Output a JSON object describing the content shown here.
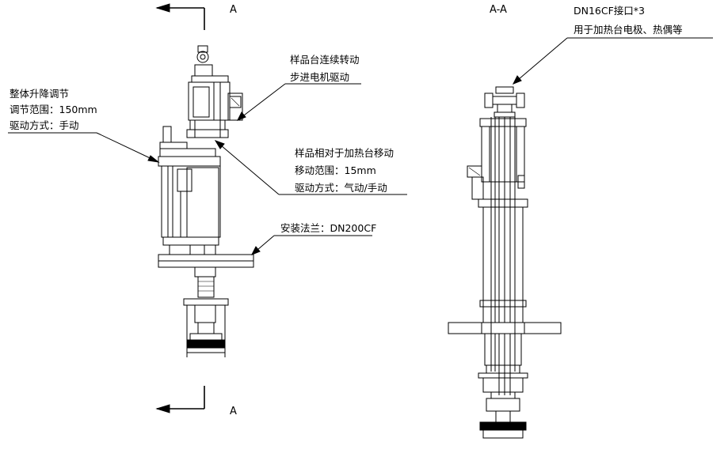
{
  "section_marks": {
    "top_a": "A",
    "bottom_a": "A",
    "section_title": "A-A"
  },
  "annotations": {
    "lift": [
      "整体升降调节",
      "调节范围：150mm",
      "驱动方式：手动"
    ],
    "rotation": [
      "样品台连续转动",
      "步进电机驱动"
    ],
    "sample_move": [
      "样品相对于加热台移动",
      "移动范围：15mm",
      "驱动方式：气动/手动"
    ],
    "flange": [
      "安装法兰：DN200CF"
    ],
    "ports": [
      "DN16CF接口*3",
      "用于加热台电极、热偶等"
    ]
  }
}
